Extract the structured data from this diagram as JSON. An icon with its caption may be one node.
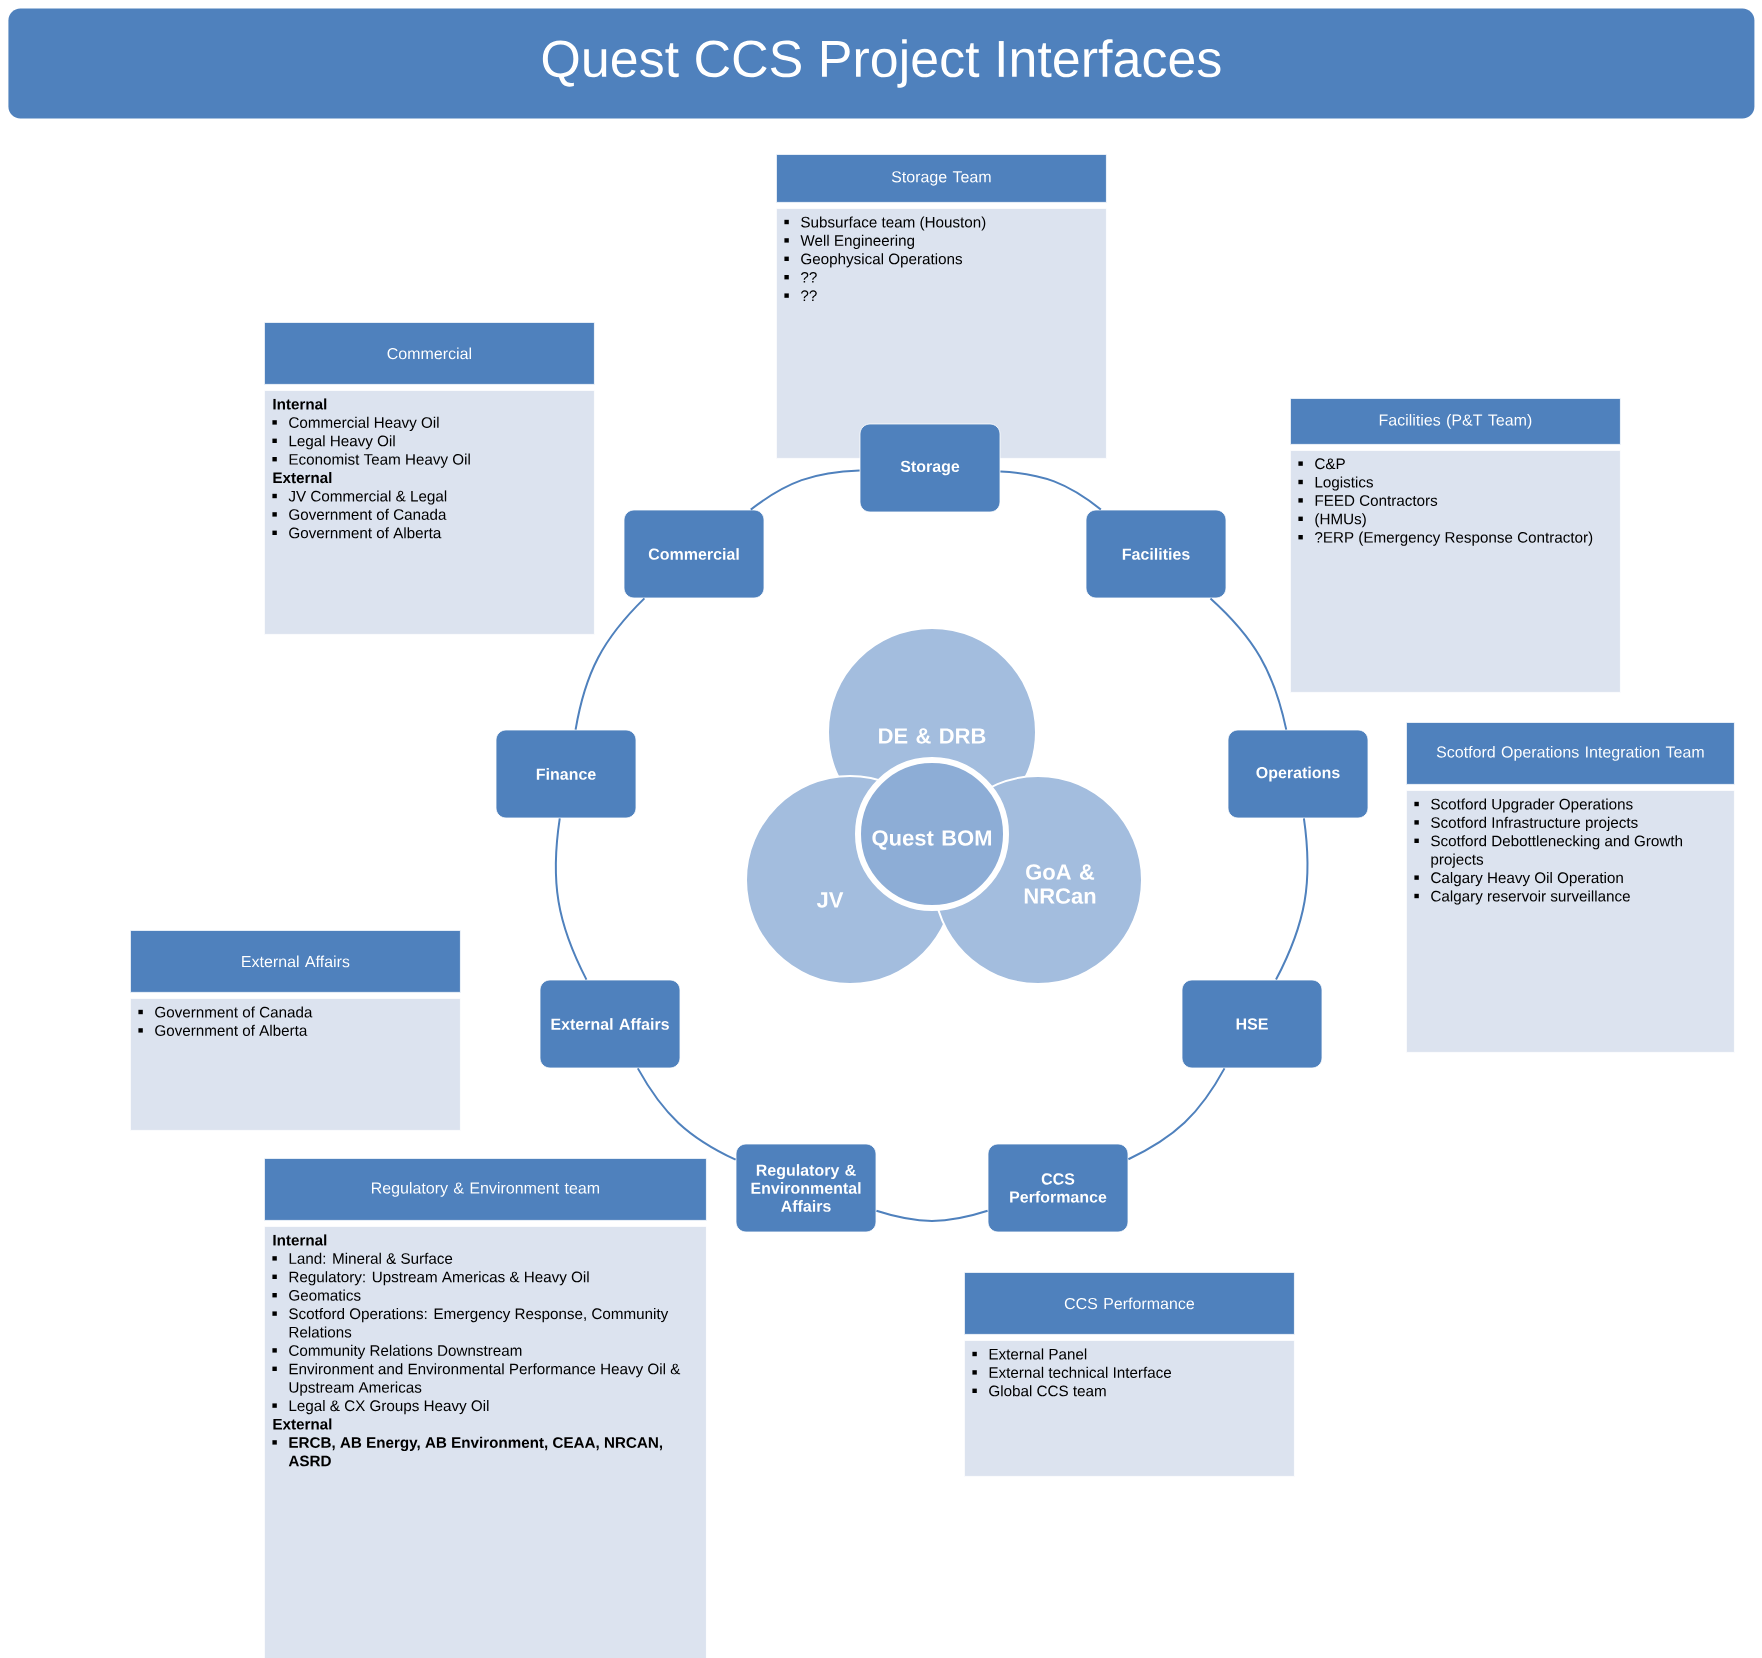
{
  "diagram": {
    "title": "Quest CCS Project Interfaces",
    "nodes": [
      {
        "text": [
          "Storage Team",
          "Subsurface team (Houston)",
          "Well Engineering",
          "Geophysical Operations",
          "??",
          "??"
        ]
      },
      {
        "text": [
          "Commercial",
          "**Internal**",
          "Commercial Heavy Oil",
          "Legal Heavy Oil",
          "Economist Team Heavy Oil",
          "**External**",
          "JV Commercial & Legal",
          "Government of Canada",
          "Government of Alberta"
        ]
      },
      {
        "text": [
          "Facilities (P&T Team)",
          "C&P",
          "Logistics",
          "FEED Contractors",
          "(HMUs)",
          "?ERP (Emergency Response Contractor)"
        ]
      },
      {
        "text": [
          "Storage"
        ]
      },
      {
        "text": [
          "Commercial"
        ]
      },
      {
        "text": [
          "Facilities"
        ]
      },
      {
        "text": [
          "DE & DRB"
        ]
      },
      {
        "text": [
          "JV"
        ]
      },
      {
        "text": [
          "GoA & NRCan"
        ]
      },
      {
        "text": [
          "Quest BOM"
        ]
      },
      {
        "text": [
          "Finance"
        ]
      },
      {
        "text": [
          "Operations"
        ]
      },
      {
        "text": [
          "Scotford Operations Integration Team",
          "Scotford Upgrader Operations",
          "Scotford Infrastructure projects",
          "Scotford Debottlenecking and Growth projects",
          "Calgary Heavy Oil Operation",
          "Calgary reservoir surveillance"
        ]
      },
      {
        "text": [
          "External Affairs",
          "Government of Canada",
          "Government of Alberta"
        ]
      },
      {
        "text": [
          "External Affairs"
        ]
      },
      {
        "text": [
          "HSE"
        ]
      },
      {
        "text": [
          "Regulatory & Environmental Affairs"
        ]
      },
      {
        "text": [
          "CCS Performance"
        ]
      },
      {
        "text": [
          "Regulatory & Environment team",
          "**Internal**",
          "Land: Mineral & Surface",
          "Regulatory: Upstream Americas & Heavy Oil",
          "Geomatics",
          "Scotford Operations: Emergency Response, Community Relations",
          "Community Relations Downstream",
          "Environment and Environmental Performance Heavy Oil & Upstream Americas",
          "Legal & CX Groups Heavy Oil",
          "**External**",
          "**ERCB, AB Energy, AB Environment, CEAA, NRCAN, ASRD**"
        ]
      },
      {
        "text": [
          "CCS Performance",
          "External Panel",
          "External technical Interface",
          "Global CCS team"
        ]
      }
    ],
    "edges": [
      {
        "from": 3,
        "to": 5,
        "arrow": "none"
      },
      {
        "from": 5,
        "to": 11,
        "arrow": "none"
      },
      {
        "from": 11,
        "to": 15,
        "arrow": "none"
      },
      {
        "from": 15,
        "to": 17,
        "arrow": "none"
      },
      {
        "from": 17,
        "to": 16,
        "arrow": "none"
      },
      {
        "from": 16,
        "to": 14,
        "arrow": "none"
      },
      {
        "from": 14,
        "to": 10,
        "arrow": "none"
      },
      {
        "from": 10,
        "to": 4,
        "arrow": "none"
      },
      {
        "from": 4,
        "to": 3,
        "arrow": "none"
      }
    ]
  }
}
